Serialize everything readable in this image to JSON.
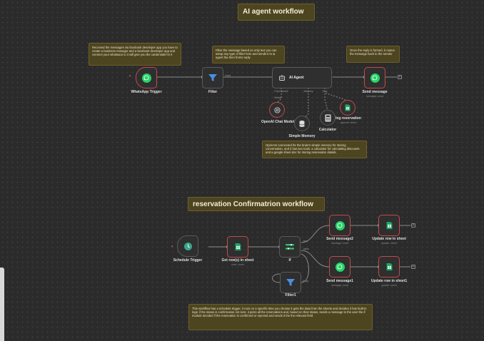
{
  "workflow1": {
    "title": "AI agent workflow",
    "notes": {
      "whatsapp": "Received the messages via facebook developer app you have to create a business manager and a facebook developer app and connect your whatsaoo to it will give you the cardentials for it",
      "filter": "Filter the message based on only text you can setup any type of filter here and sends it to ai agent tha then froms reply",
      "reply": "Once the reply is formed, it routes the message back to the sendor",
      "agent": "OpenAIs connected for the brain's simple memory for storing conversation, and it has two tools: a calculator for calculating discounts and a google sheet doc for storing reservation details."
    },
    "nodes": {
      "whatsapp_trigger": "WhatsApp Trigger",
      "filter": "Filter",
      "filter_port": "Kept",
      "ai_agent": "AI Agent",
      "chat_model_port": "Chat Model*",
      "memory_port": "Memory",
      "tool_port": "Tool",
      "send_message": "Send message",
      "send_message_sub": "message: send",
      "model_label": "Model",
      "openai": "OpenAI Chat Model",
      "simple_memory": "Simple Memory",
      "calculator": "Calculator",
      "log_reservation": "log reservation",
      "log_reservation_sub": "append: sheet"
    }
  },
  "workflow2": {
    "title": "reservation Confirmatrion workflow",
    "note": "This workflow has a schedule trigger, it runs on a specific time you choose it gets the data from the sheets and decides it has built-in logic if the status is confirmation not sent, it picks all the reservations and, based on their status, sends a message to the user the if module decided if the reservation is confirmed or rejected and sends it the the relevant field.",
    "nodes": {
      "schedule_trigger": "Schedule Trigger",
      "get_rows": "Get row(s) in sheet",
      "get_rows_sub": "read: sheet",
      "if": "If",
      "if_true": "true",
      "if_false": "false",
      "filter1": "Filter1",
      "filter1_port": "Kept",
      "send_message2": "Send message2",
      "send_message2_sub": "message: send",
      "update_row": "Update row in sheet",
      "update_row_sub": "update: sheet",
      "send_message1": "Send message1",
      "send_message1_sub": "message: send",
      "update_row1": "Update row in sheet1",
      "update_row1_sub": "update: sheet"
    }
  },
  "colors": {
    "background": "#2b2b2b",
    "sticky": "#4d4520",
    "whatsapp": "#25d366",
    "error": "#c44a4a",
    "filter": "#4a90e2",
    "sheets": "#1fa463",
    "schedule": "#3aa58b"
  }
}
